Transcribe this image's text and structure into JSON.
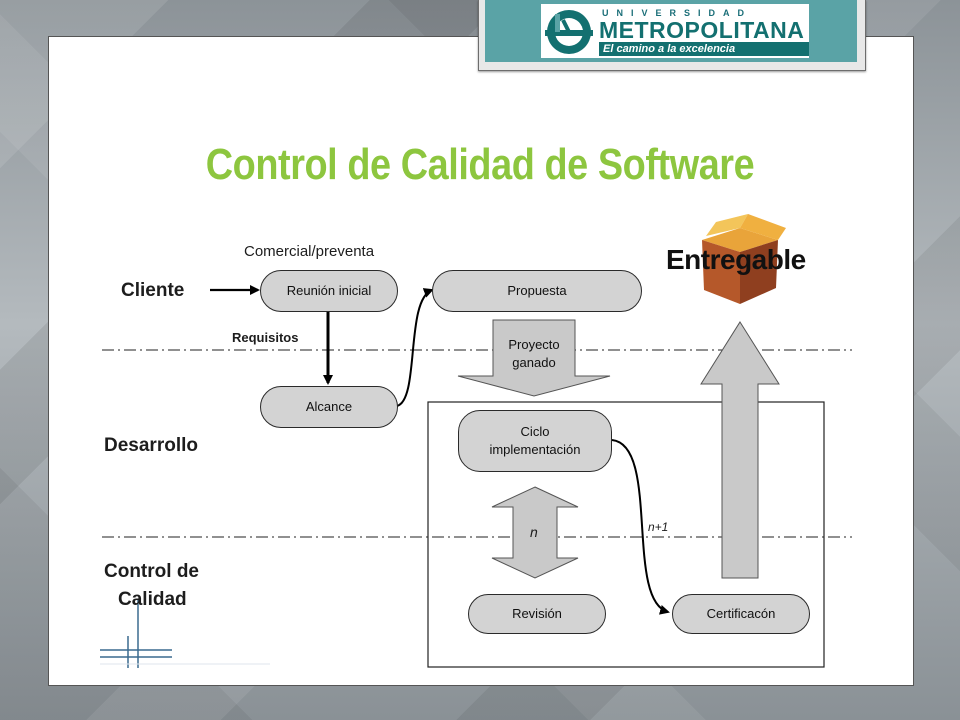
{
  "logo": {
    "top_line": "UNIVERSIDAD",
    "name": "METROPOLITANA",
    "tagline": "El camino a la excelencia"
  },
  "title": "Control de Calidad de Software",
  "lanes": {
    "cliente": "Cliente",
    "desarrollo": "Desarrollo",
    "control_1": "Control de",
    "control_2": "Calidad"
  },
  "labels": {
    "comercial": "Comercial/preventa",
    "requisitos": "Requisitos",
    "n": "n",
    "n_plus_1": "n+1",
    "entregable": "Entregable"
  },
  "nodes": {
    "reunion": "Reunión inicial",
    "propuesta": "Propuesta",
    "alcance": "Alcance",
    "ciclo_1": "Ciclo",
    "ciclo_2": "implementación",
    "revision": "Revisión",
    "certificacion": "Certificacón"
  },
  "arrows": {
    "proyecto_1": "Proyecto",
    "proyecto_2": "ganado"
  },
  "colors": {
    "title": "#8dc63f",
    "node_fill": "#d3d3d3",
    "brand_teal": "#137070"
  }
}
